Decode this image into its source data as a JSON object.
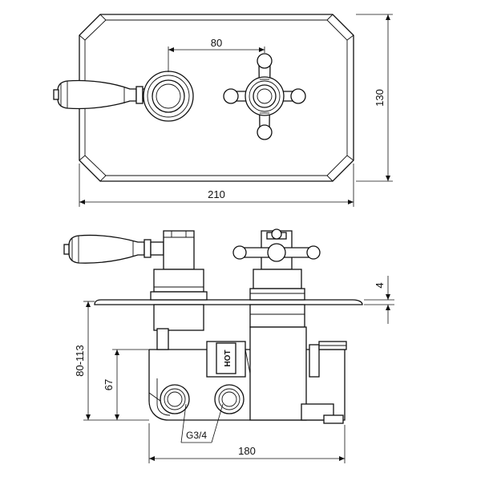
{
  "dimensions": {
    "spindle_spacing": "80",
    "plate_height": "130",
    "plate_width": "210",
    "plate_depth": "4",
    "wall_depth_range": "80-113",
    "body_depth": "67",
    "inlet_thread": "G3/4",
    "body_width": "180"
  },
  "labels": {
    "hot_marking": "HOT"
  }
}
